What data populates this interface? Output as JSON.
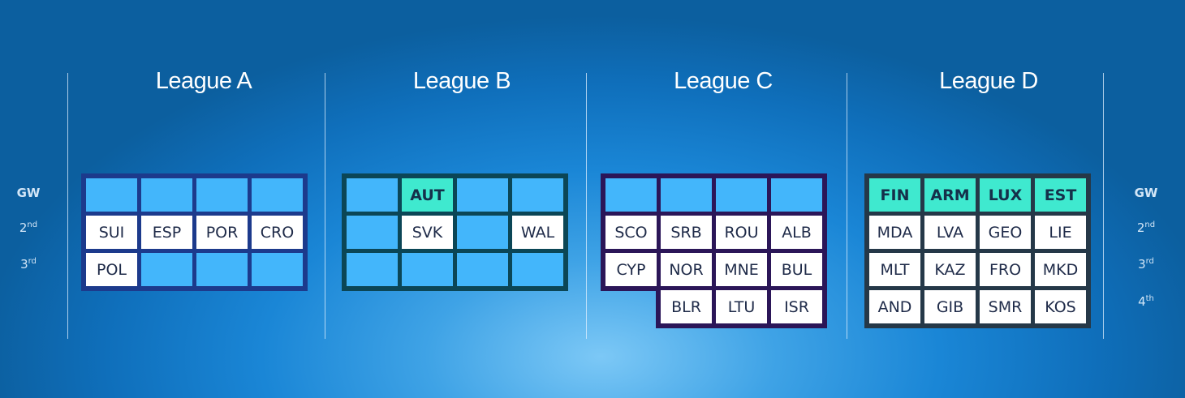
{
  "gameweek_labels": {
    "header": "GW",
    "rows": [
      {
        "num": "2",
        "suffix": "nd"
      },
      {
        "num": "3",
        "suffix": "rd"
      },
      {
        "num": "4",
        "suffix": "th"
      }
    ]
  },
  "colors": {
    "empty_cell": "#43b6fb",
    "team_cell": "#ffffff",
    "seeded_cell": "#3fe9cf",
    "league_a_border": "#1c3a8c",
    "league_b_border": "#0b4656",
    "league_c_border": "#2b1658",
    "league_d_border": "#253848"
  },
  "leagues": [
    {
      "name": "League A",
      "rows": [
        [
          {
            "t": "",
            "k": "empty"
          },
          {
            "t": "",
            "k": "empty"
          },
          {
            "t": "",
            "k": "empty"
          },
          {
            "t": "",
            "k": "empty"
          }
        ],
        [
          {
            "t": "SUI",
            "k": "team"
          },
          {
            "t": "ESP",
            "k": "team"
          },
          {
            "t": "POR",
            "k": "team"
          },
          {
            "t": "CRO",
            "k": "team"
          }
        ],
        [
          {
            "t": "POL",
            "k": "team"
          },
          {
            "t": "",
            "k": "empty"
          },
          {
            "t": "",
            "k": "empty"
          },
          {
            "t": "",
            "k": "empty"
          }
        ]
      ]
    },
    {
      "name": "League B",
      "rows": [
        [
          {
            "t": "",
            "k": "empty"
          },
          {
            "t": "AUT",
            "k": "seed"
          },
          {
            "t": "",
            "k": "empty"
          },
          {
            "t": "",
            "k": "empty"
          }
        ],
        [
          {
            "t": "",
            "k": "empty"
          },
          {
            "t": "SVK",
            "k": "team"
          },
          {
            "t": "",
            "k": "empty"
          },
          {
            "t": "WAL",
            "k": "team"
          }
        ],
        [
          {
            "t": "",
            "k": "empty"
          },
          {
            "t": "",
            "k": "empty"
          },
          {
            "t": "",
            "k": "empty"
          },
          {
            "t": "",
            "k": "empty"
          }
        ]
      ]
    },
    {
      "name": "League C",
      "rows": [
        [
          {
            "t": "",
            "k": "empty"
          },
          {
            "t": "",
            "k": "empty"
          },
          {
            "t": "",
            "k": "empty"
          },
          {
            "t": "",
            "k": "empty"
          }
        ],
        [
          {
            "t": "SCO",
            "k": "team"
          },
          {
            "t": "SRB",
            "k": "team"
          },
          {
            "t": "ROU",
            "k": "team"
          },
          {
            "t": "ALB",
            "k": "team"
          }
        ],
        [
          {
            "t": "CYP",
            "k": "team"
          },
          {
            "t": "NOR",
            "k": "team"
          },
          {
            "t": "MNE",
            "k": "team"
          },
          {
            "t": "BUL",
            "k": "team"
          }
        ],
        [
          null,
          {
            "t": "BLR",
            "k": "team"
          },
          {
            "t": "LTU",
            "k": "team"
          },
          {
            "t": "ISR",
            "k": "team"
          }
        ]
      ]
    },
    {
      "name": "League D",
      "rows": [
        [
          {
            "t": "FIN",
            "k": "seed"
          },
          {
            "t": "ARM",
            "k": "seed"
          },
          {
            "t": "LUX",
            "k": "seed"
          },
          {
            "t": "EST",
            "k": "seed"
          }
        ],
        [
          {
            "t": "MDA",
            "k": "team"
          },
          {
            "t": "LVA",
            "k": "team"
          },
          {
            "t": "GEO",
            "k": "team"
          },
          {
            "t": "LIE",
            "k": "team"
          }
        ],
        [
          {
            "t": "MLT",
            "k": "team"
          },
          {
            "t": "KAZ",
            "k": "team"
          },
          {
            "t": "FRO",
            "k": "team"
          },
          {
            "t": "MKD",
            "k": "team"
          }
        ],
        [
          {
            "t": "AND",
            "k": "team"
          },
          {
            "t": "GIB",
            "k": "team"
          },
          {
            "t": "SMR",
            "k": "team"
          },
          {
            "t": "KOS",
            "k": "team"
          }
        ]
      ]
    }
  ]
}
